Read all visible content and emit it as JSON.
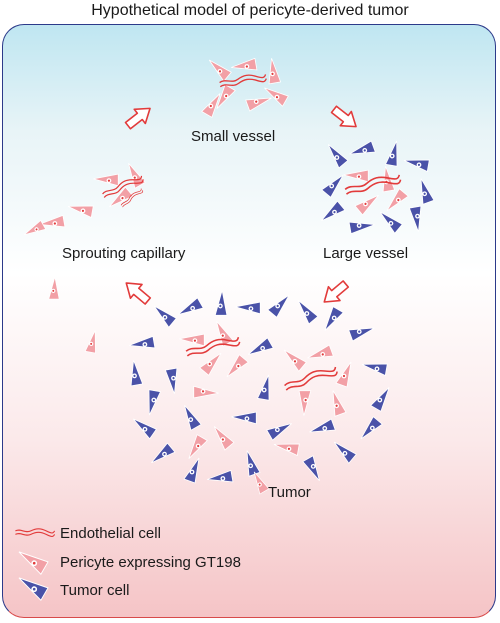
{
  "title": "Hypothetical model of pericyte-derived tumor",
  "stages": {
    "small_vessel": "Small vessel",
    "sprouting_capillary": "Sprouting capillary",
    "large_vessel": "Large vessel",
    "tumor": "Tumor"
  },
  "legend": {
    "endothelial": "Endothelial cell",
    "pericyte": "Pericyte expressing GT198",
    "tumor_cell": "Tumor cell"
  },
  "colors": {
    "pericyte": "#f2a0a6",
    "tumor_cell": "#4a52a8",
    "endothelial": "#e23b3b",
    "arrow": "#e23b3b"
  }
}
